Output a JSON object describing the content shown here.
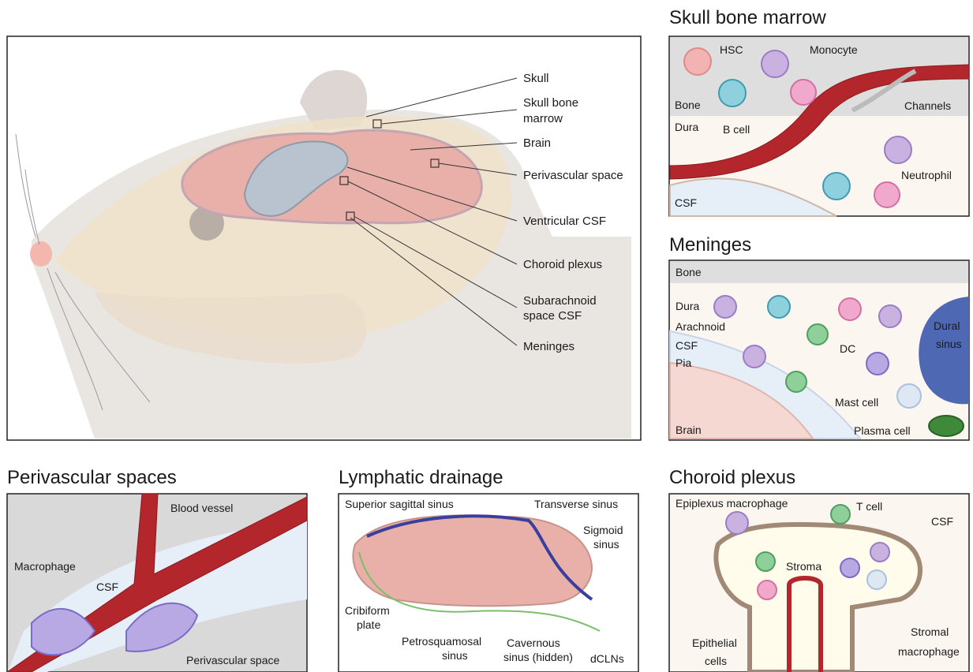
{
  "main_panel": {
    "callouts": [
      "Skull",
      "Skull bone",
      "marrow",
      "Brain",
      "Perivascular space",
      "Ventricular CSF",
      "Choroid plexus",
      "Subarachnoid",
      "space CSF",
      "Meninges"
    ]
  },
  "skull_bone_marrow": {
    "title": "Skull bone marrow",
    "labels": {
      "hsc": "HSC",
      "monocyte": "Monocyte",
      "bone": "Bone",
      "dura": "Dura",
      "b_cell": "B cell",
      "channels": "Channels",
      "neutrophil": "Neutrophil",
      "csf": "CSF"
    }
  },
  "meninges": {
    "title": "Meninges",
    "labels": {
      "bone": "Bone",
      "dura": "Dura",
      "arachnoid": "Arachnoid",
      "csf": "CSF",
      "pia": "Pia",
      "brain": "Brain",
      "dc": "DC",
      "dural1": "Dural",
      "dural2": "sinus",
      "mast_cell": "Mast cell",
      "plasma_cell": "Plasma cell"
    }
  },
  "perivascular_spaces": {
    "title": "Perivascular spaces",
    "labels": {
      "blood_vessel": "Blood vessel",
      "macrophage": "Macrophage",
      "csf": "CSF",
      "perivascular_space": "Perivascular space"
    }
  },
  "lymphatic_drainage": {
    "title": "Lymphatic drainage",
    "labels": {
      "superior": "Superior sagittal sinus",
      "transverse": "Transverse sinus",
      "sigmoid1": "Sigmoid",
      "sigmoid2": "sinus",
      "cribiform1": "Cribiform",
      "cribiform2": "plate",
      "petro1": "Petrosquamosal",
      "petro2": "sinus",
      "cav1": "Cavernous",
      "cav2": "sinus (hidden)",
      "dclns": "dCLNs"
    }
  },
  "choroid_plexus": {
    "title": "Choroid plexus",
    "labels": {
      "epiplexus": "Epiplexus macrophage",
      "t_cell": "T cell",
      "csf": "CSF",
      "stroma": "Stroma",
      "stromal1": "Stromal",
      "stromal2": "macrophage",
      "epi1": "Epithelial",
      "epi2": "cells"
    }
  },
  "colors": {
    "vessel": "#b3262b",
    "brain": "#e8b0a8",
    "bone": "#d9d9d9",
    "csf": "#e6eef8",
    "dura": "#fbf4ee",
    "sinus_vein": "#3a3f9e",
    "lymph": "#7cbf6a"
  }
}
